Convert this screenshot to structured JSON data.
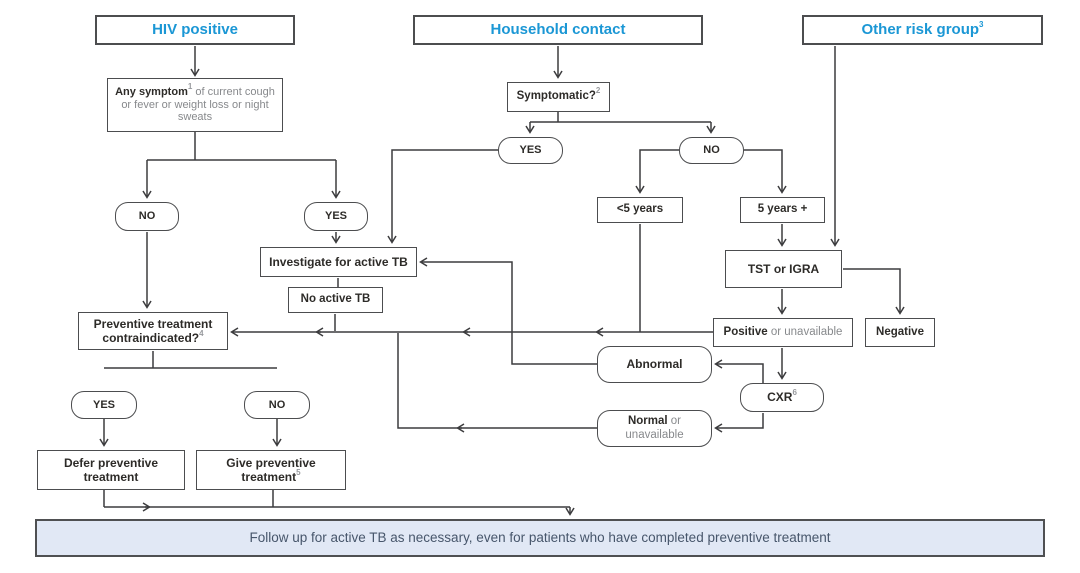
{
  "diagram_title": "TB screening and preventive treatment flowchart",
  "colors": {
    "accent_blue": "#1b97d5",
    "line": "#3c3c3e",
    "box_border": "#4c4d4f",
    "gray_text": "#87898c",
    "footer_fill": "#e1e8f5",
    "footer_text": "#47566b"
  },
  "nodes": {
    "hiv_header": {
      "text": "HIV positive"
    },
    "household_header": {
      "text": "Household contact"
    },
    "other_header": {
      "text": "Other risk group",
      "sup": "3"
    },
    "any_symptom": {
      "bold": "Any symptom",
      "sup": "1",
      "rest": " of current cough or fever or weight loss or night sweats"
    },
    "symptomatic": {
      "text": "Symptomatic?",
      "sup": "2"
    },
    "hiv_no": {
      "text": "NO"
    },
    "hiv_yes": {
      "text": "YES"
    },
    "sym_yes": {
      "text": "YES"
    },
    "sym_no": {
      "text": "NO"
    },
    "under5": {
      "text": "<5 years"
    },
    "over5": {
      "text": "5 years +"
    },
    "tst": {
      "text": "TST or IGRA"
    },
    "investigate": {
      "text": "Investigate for active TB"
    },
    "no_active_tb": {
      "text": "No active TB"
    },
    "positive": {
      "bold": "Positive",
      "rest": " or unavailable"
    },
    "negative": {
      "text": "Negative"
    },
    "cxr": {
      "text": "CXR",
      "sup": "6"
    },
    "abnormal": {
      "text": "Abnormal"
    },
    "normal": {
      "bold": "Normal",
      "rest": " or unavailable"
    },
    "prev_contra": {
      "line1": "Preventive treatment",
      "line2": "contraindicated?",
      "sup": "4"
    },
    "pc_yes": {
      "text": "YES"
    },
    "pc_no": {
      "text": "NO"
    },
    "defer": {
      "line1": "Defer preventive",
      "line2": "treatment"
    },
    "give": {
      "line1": "Give preventive",
      "line2": "treatment",
      "sup": "5"
    },
    "followup": {
      "text": "Follow up for active TB as necessary, even for patients who have completed preventive treatment"
    }
  }
}
